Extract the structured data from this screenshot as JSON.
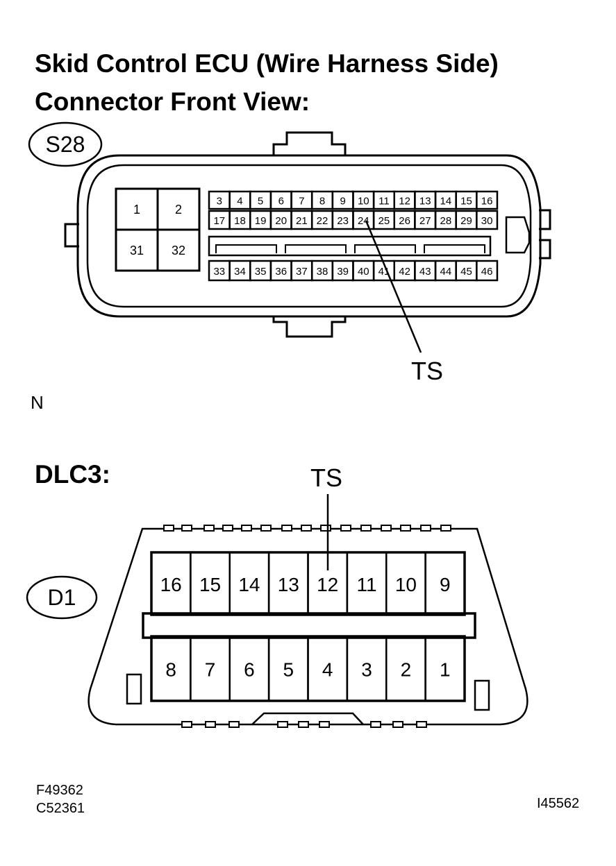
{
  "header": {
    "title_line1": "Skid Control ECU (Wire Harness Side)",
    "title_line2": "Connector Front View:"
  },
  "ecu_connector": {
    "code": "S28",
    "large_pins": [
      "1",
      "2",
      "31",
      "32"
    ],
    "small_row1": [
      "3",
      "4",
      "5",
      "6",
      "7",
      "8",
      "9",
      "10",
      "11",
      "12",
      "13",
      "14",
      "15",
      "16"
    ],
    "small_row2": [
      "17",
      "18",
      "19",
      "20",
      "21",
      "22",
      "23",
      "24",
      "25",
      "26",
      "27",
      "28",
      "29",
      "30"
    ],
    "small_row3": [
      "33",
      "34",
      "35",
      "36",
      "37",
      "38",
      "39",
      "40",
      "41",
      "42",
      "43",
      "44",
      "45",
      "46"
    ],
    "callout_label": "TS",
    "callout_pin": "24"
  },
  "note_letter": "N",
  "dlc3": {
    "title": "DLC3:",
    "code": "D1",
    "top_row": [
      "16",
      "15",
      "14",
      "13",
      "12",
      "11",
      "10",
      "9"
    ],
    "bottom_row": [
      "8",
      "7",
      "6",
      "5",
      "4",
      "3",
      "2",
      "1"
    ],
    "callout_label": "TS",
    "callout_pin": "12"
  },
  "footer": {
    "codes_left": [
      "F49362",
      "C52361"
    ],
    "code_right": "I45562"
  }
}
